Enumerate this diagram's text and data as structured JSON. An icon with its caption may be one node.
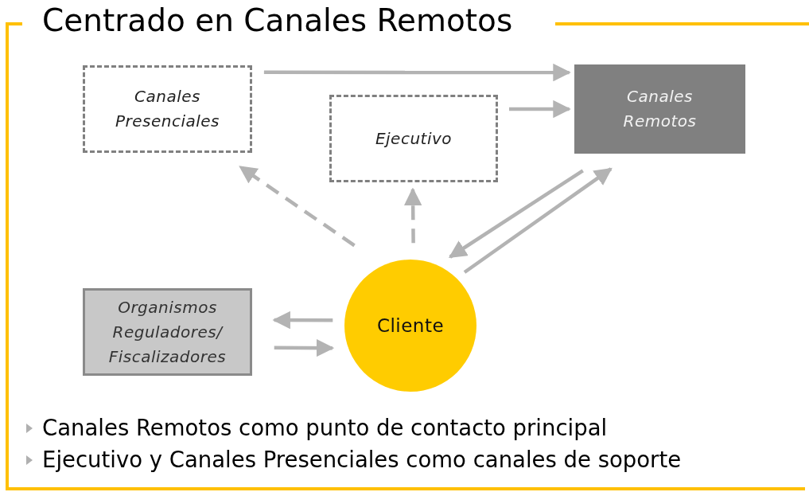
{
  "diagram": {
    "title": "Centrado en Canales Remotos",
    "nodes": [
      {
        "text": [
          "Canales Presenciales"
        ]
      },
      {
        "text": [
          "Ejecutivo"
        ]
      },
      {
        "text": [
          "Canales Remotos"
        ]
      },
      {
        "text": [
          "Organismos Reguladores/ Fiscalizadores"
        ]
      },
      {
        "text": [
          "Cliente"
        ]
      }
    ],
    "edges": [
      {
        "from": 0,
        "to": 2,
        "arrow": "to"
      },
      {
        "from": 1,
        "to": 2,
        "arrow": "to"
      },
      {
        "from": 4,
        "to": 0,
        "arrow": "to",
        "style": "dashed"
      },
      {
        "from": 4,
        "to": 1,
        "arrow": "to",
        "style": "dashed"
      },
      {
        "from": 2,
        "to": 4,
        "arrow": "to"
      },
      {
        "from": 4,
        "to": 2,
        "arrow": "to"
      },
      {
        "from": 4,
        "to": 3,
        "arrow": "to"
      },
      {
        "from": 3,
        "to": 4,
        "arrow": "to"
      }
    ],
    "labels": [
      "Canales Remotos como punto de contacto principal",
      "Ejecutivo y Canales Presenciales como canales de soporte"
    ]
  }
}
